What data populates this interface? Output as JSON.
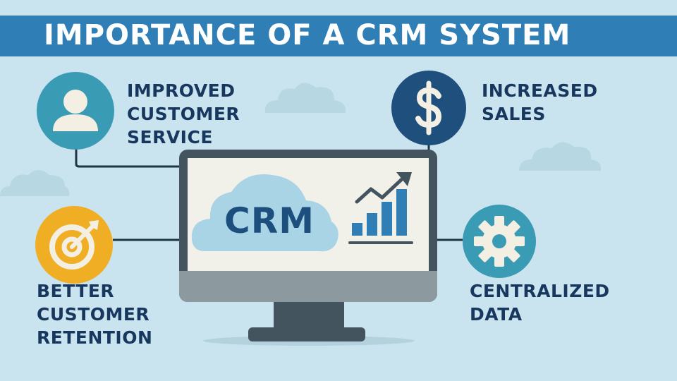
{
  "title": "IMPORTANCE OF A CRM SYSTEM",
  "colors": {
    "background": "#c9e4ee",
    "banner": "#2f7fb6",
    "text_dark": "#17375e",
    "teal": "#3a9bb5",
    "navy": "#1e4f7d",
    "yellow": "#f0ae24",
    "monitor": "#44545e"
  },
  "center": {
    "label": "CRM",
    "icons": [
      "cloud-icon",
      "rising-bar-chart-icon"
    ]
  },
  "benefits": [
    {
      "icon": "user-icon",
      "lines": [
        "IMPROVED",
        "CUSTOMER",
        "SERVICE"
      ]
    },
    {
      "icon": "dollar-icon",
      "lines": [
        "INCREASED",
        "SALES"
      ]
    },
    {
      "icon": "target-icon",
      "lines": [
        "BETTER",
        "CUSTOMER",
        "RETENTION"
      ]
    },
    {
      "icon": "gear-icon",
      "lines": [
        "CENTRALIZED",
        "DATA"
      ]
    }
  ]
}
